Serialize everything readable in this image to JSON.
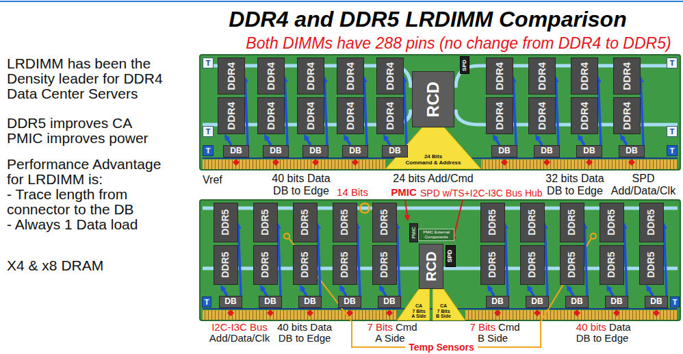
{
  "diagram": {
    "title": "DDR4 and DDR5 LRDIMM Comparison",
    "nodes": [
      {
        "text": [
          "T"
        ]
      },
      {
        "text": [
          "T"
        ]
      },
      {
        "text": [
          "DDR4"
        ]
      },
      {
        "text": [
          "DDR4"
        ]
      },
      {
        "text": [
          "DDR4"
        ]
      },
      {
        "text": [
          "DDR4"
        ]
      },
      {
        "text": [
          "DDR4"
        ]
      },
      {
        "text": [
          "DDR4"
        ]
      },
      {
        "text": [
          "DDR4"
        ]
      },
      {
        "text": [
          "DDR4"
        ]
      },
      {
        "text": [
          "DDR4"
        ]
      },
      {
        "text": [
          "DDR4"
        ]
      },
      {
        "text": [
          "DDR4"
        ]
      },
      {
        "text": [
          "DDR4"
        ]
      },
      {
        "text": [
          "DDR4"
        ]
      },
      {
        "text": [
          "DDR4"
        ]
      },
      {
        "text": [
          "DDR4"
        ]
      },
      {
        "text": [
          "DDR4"
        ]
      },
      {
        "text": [
          "DDR4"
        ]
      },
      {
        "text": [
          "DDR4"
        ]
      },
      {
        "text": [
          "RCD"
        ]
      },
      {
        "text": [
          "SPD"
        ]
      },
      {
        "text": [
          "T"
        ]
      },
      {
        "text": [
          "T"
        ]
      },
      {
        "text": [
          "T"
        ]
      },
      {
        "text": [
          "T"
        ]
      },
      {
        "text": [
          "DB"
        ]
      },
      {
        "text": [
          "DB"
        ]
      },
      {
        "text": [
          "DB"
        ]
      },
      {
        "text": [
          "DB"
        ]
      },
      {
        "text": [
          "DB"
        ]
      },
      {
        "text": [
          "DB"
        ]
      },
      {
        "text": [
          "DB"
        ]
      },
      {
        "text": [
          "DB"
        ]
      },
      {
        "text": [
          "DB"
        ]
      },
      {
        "text": [
          "24 Bits",
          "Command & Address"
        ]
      },
      {
        "text": [
          "PMIC"
        ]
      },
      {
        "text": [
          "PMIC External Components"
        ]
      },
      {
        "text": [
          "DDR5"
        ]
      },
      {
        "text": [
          "DDR5"
        ]
      },
      {
        "text": [
          "DDR5"
        ]
      },
      {
        "text": [
          "DDR5"
        ]
      },
      {
        "text": [
          "DDR5"
        ]
      },
      {
        "text": [
          "DDR5"
        ]
      },
      {
        "text": [
          "DDR5"
        ]
      },
      {
        "text": [
          "DDR5"
        ]
      },
      {
        "text": [
          "DDR5"
        ]
      },
      {
        "text": [
          "DDR5"
        ]
      },
      {
        "text": [
          "DDR5"
        ]
      },
      {
        "text": [
          "DDR5"
        ]
      },
      {
        "text": [
          "DDR5"
        ]
      },
      {
        "text": [
          "DDR5"
        ]
      },
      {
        "text": [
          "DDR5"
        ]
      },
      {
        "text": [
          "DDR5"
        ]
      },
      {
        "text": [
          "DDR5"
        ]
      },
      {
        "text": [
          "DDR5"
        ]
      },
      {
        "text": [
          "DDR5"
        ]
      },
      {
        "text": [
          "DDR5"
        ]
      },
      {
        "text": [
          "RCD"
        ]
      },
      {
        "text": [
          "SPD"
        ]
      },
      {
        "text": [
          "T"
        ]
      },
      {
        "text": [
          "T"
        ]
      },
      {
        "text": [
          "DB"
        ]
      },
      {
        "text": [
          "DB"
        ]
      },
      {
        "text": [
          "DB"
        ]
      },
      {
        "text": [
          "DB"
        ]
      },
      {
        "text": [
          "DB"
        ]
      },
      {
        "text": [
          "DB"
        ]
      },
      {
        "text": [
          "DB"
        ]
      },
      {
        "text": [
          "DB"
        ]
      },
      {
        "text": [
          "DB"
        ]
      },
      {
        "text": [
          "DB"
        ]
      },
      {
        "text": [
          "CA",
          "7 Bits",
          "A Side"
        ]
      },
      {
        "text": [
          "CA",
          "7 Bits",
          "B Side"
        ]
      }
    ],
    "edges": [
      {
        "from": 26,
        "to": 2,
        "arrow": "to"
      },
      {
        "from": 26,
        "to": 11,
        "arrow": "to"
      },
      {
        "from": 27,
        "to": 3,
        "arrow": "to"
      },
      {
        "from": 27,
        "to": 12,
        "arrow": "to"
      },
      {
        "from": 28,
        "to": 4,
        "arrow": "to"
      },
      {
        "from": 28,
        "to": 13,
        "arrow": "to"
      },
      {
        "from": 29,
        "to": 5,
        "arrow": "to"
      },
      {
        "from": 29,
        "to": 14,
        "arrow": "to"
      },
      {
        "from": 30,
        "to": 6,
        "arrow": "to"
      },
      {
        "from": 30,
        "to": 15,
        "arrow": "to"
      },
      {
        "from": 31,
        "to": 7,
        "arrow": "to"
      },
      {
        "from": 31,
        "to": 16,
        "arrow": "to"
      },
      {
        "from": 32,
        "to": 8,
        "arrow": "to"
      },
      {
        "from": 32,
        "to": 17,
        "arrow": "to"
      },
      {
        "from": 33,
        "to": 9,
        "arrow": "to"
      },
      {
        "from": 33,
        "to": 18,
        "arrow": "to"
      },
      {
        "from": 34,
        "to": 10,
        "arrow": "to"
      },
      {
        "from": 34,
        "to": 19,
        "arrow": "to"
      },
      {
        "from": 62,
        "to": 38,
        "arrow": "to"
      },
      {
        "from": 62,
        "to": 48,
        "arrow": "to"
      },
      {
        "from": 63,
        "to": 39,
        "arrow": "to"
      },
      {
        "from": 63,
        "to": 49,
        "arrow": "to"
      },
      {
        "from": 64,
        "to": 40,
        "arrow": "to"
      },
      {
        "from": 64,
        "to": 50,
        "arrow": "to"
      },
      {
        "from": 65,
        "to": 41,
        "arrow": "to"
      },
      {
        "from": 65,
        "to": 51,
        "arrow": "to"
      },
      {
        "from": 66,
        "to": 42,
        "arrow": "to"
      },
      {
        "from": 66,
        "to": 52,
        "arrow": "to"
      },
      {
        "from": 67,
        "to": 43,
        "arrow": "to"
      },
      {
        "from": 67,
        "to": 53,
        "arrow": "to"
      },
      {
        "from": 68,
        "to": 44,
        "arrow": "to"
      },
      {
        "from": 68,
        "to": 54,
        "arrow": "to"
      },
      {
        "from": 69,
        "to": 45,
        "arrow": "to"
      },
      {
        "from": 69,
        "to": 55,
        "arrow": "to"
      },
      {
        "from": 70,
        "to": 46,
        "arrow": "to"
      },
      {
        "from": 70,
        "to": 56,
        "arrow": "to"
      },
      {
        "from": 71,
        "to": 47,
        "arrow": "to"
      },
      {
        "from": 71,
        "to": 57,
        "arrow": "to"
      }
    ],
    "labels": [
      "Both DIMMs have 288 pins (no change from DDR4 to DDR5)",
      "LRDIMM has been the Density leader for DDR4 Data Center Servers",
      "DDR5 improves CA",
      "PMIC improves power",
      "Performance Advantage for LRDIMM is:",
      "- Trace length from connector to the DB",
      "- Always 1 Data load",
      "X4 & x8 DRAM",
      "Vref",
      "40 bits Data DB to Edge",
      "24 bits Add/Cmd",
      "32 bits Data DB to Edge",
      "SPD Add/Data/Clk",
      "14 Bits",
      "PMIC",
      "SPD w/TS+I2C-I3C Bus Hub",
      "I2C-I3C Bus",
      "Add/Data/Clk",
      "40 bits Data DB to Edge",
      "7 Bits",
      "Cmd",
      "A Side",
      "7 Bits",
      "Cmd",
      "B Side",
      "40 bits",
      "Data",
      "DB to Edge",
      "Temp Sensors"
    ]
  }
}
